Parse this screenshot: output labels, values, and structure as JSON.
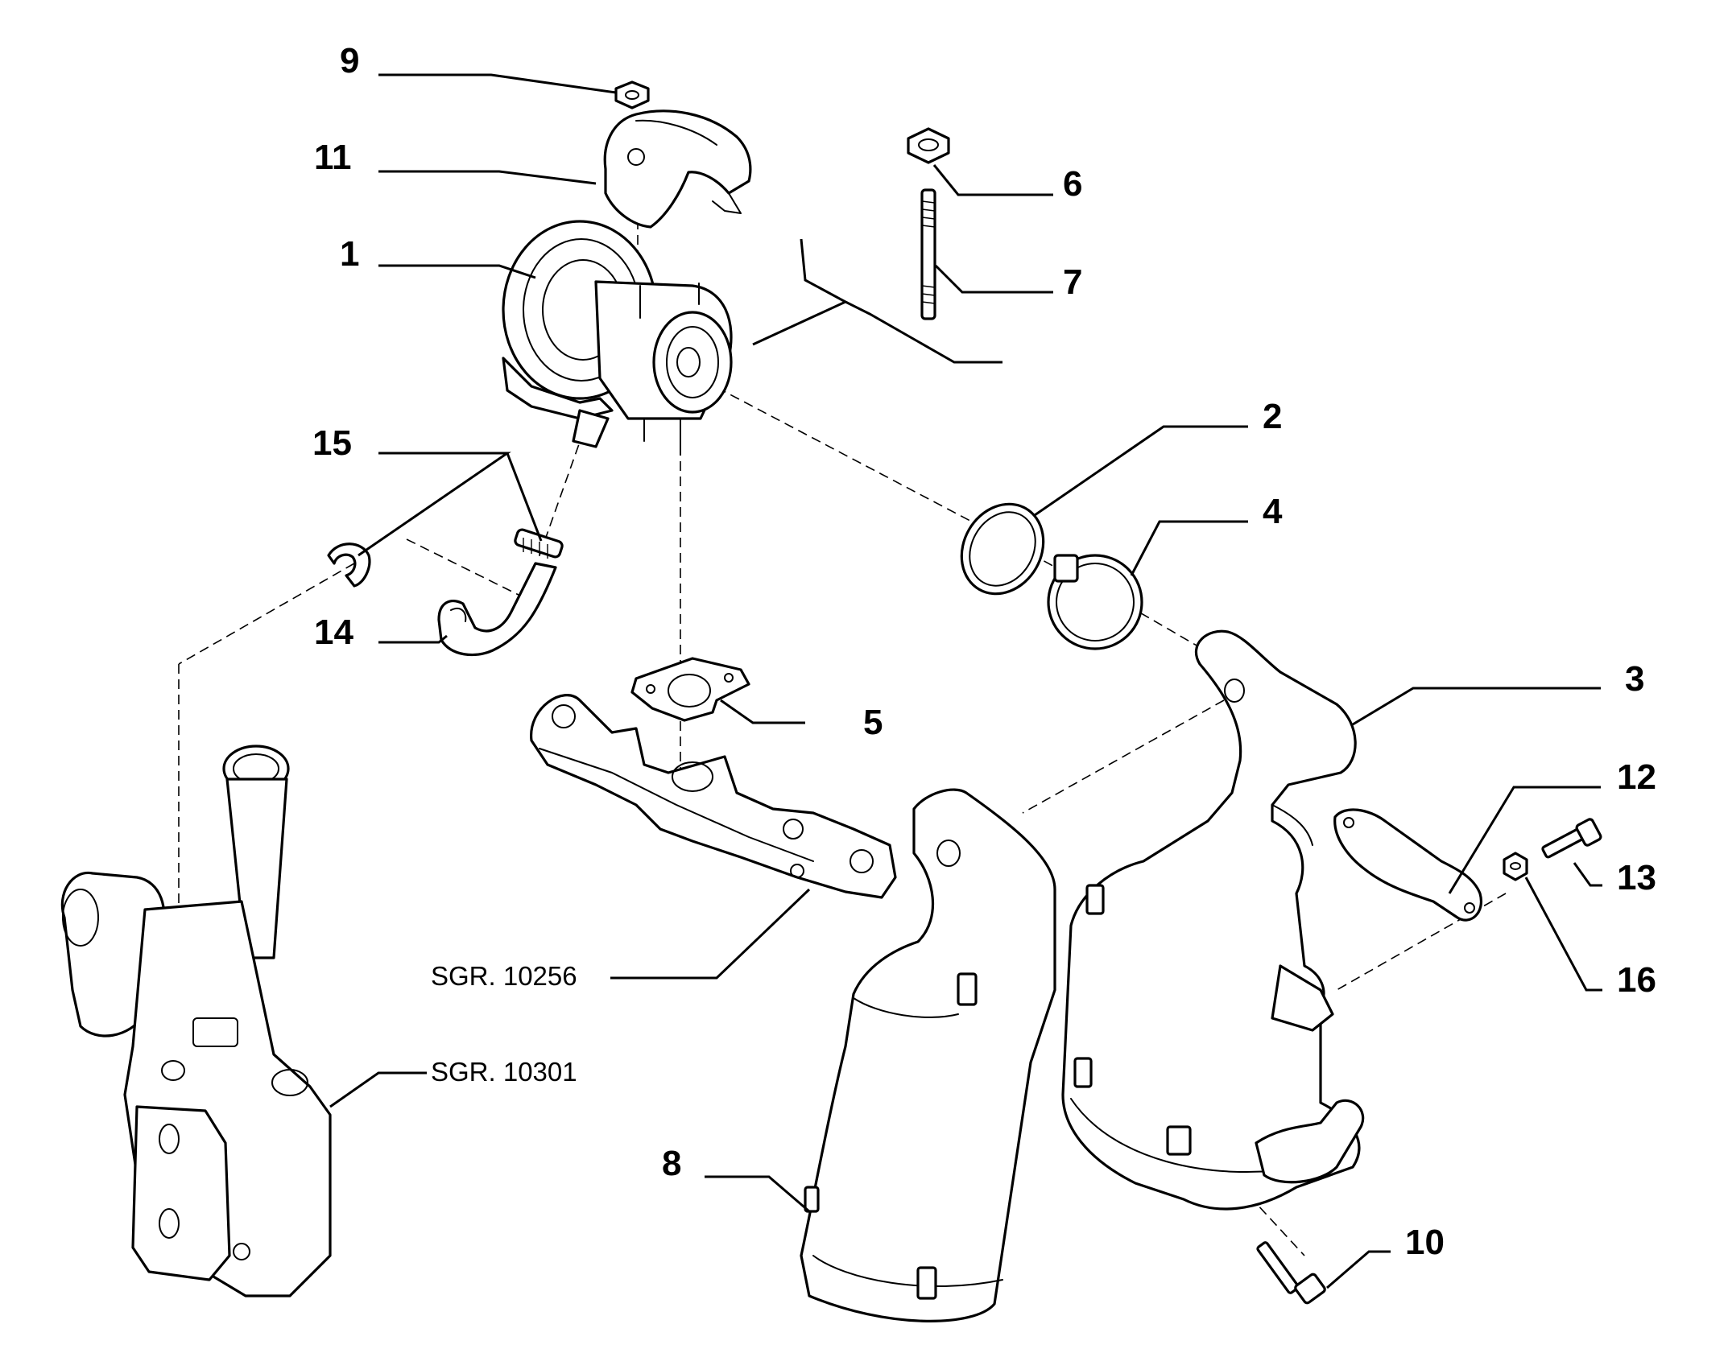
{
  "callouts": {
    "c1": "1",
    "c2": "2",
    "c3": "3",
    "c4": "4",
    "c5": "5",
    "c6": "6",
    "c7": "7",
    "c8": "8",
    "c9": "9",
    "c10": "10",
    "c11": "11",
    "c12": "12",
    "c13": "13",
    "c14": "14",
    "c15": "15",
    "c16": "16"
  },
  "references": {
    "manifold": "SGR. 10256",
    "oil_filter": "SGR. 10301"
  },
  "colors": {
    "line": "#000000",
    "background": "#ffffff"
  }
}
